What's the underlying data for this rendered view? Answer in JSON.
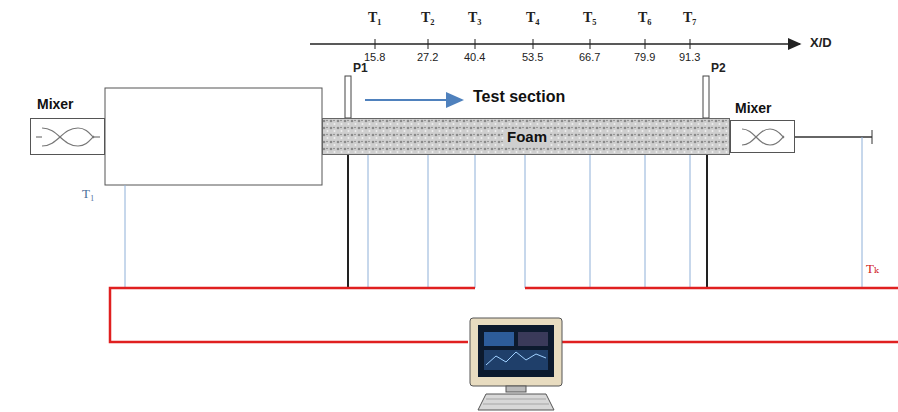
{
  "diagram": {
    "nodes": [
      {
        "text": [
          "Mixer"
        ]
      },
      {
        "text": [
          "Test section",
          "Foam"
        ]
      },
      {
        "text": [
          "Mixer"
        ]
      }
    ],
    "labels": [
      "T₁",
      "T₂",
      "T₃",
      "T₄",
      "T₅",
      "T₆",
      "T₇",
      "15.8",
      "27.2",
      "40.4",
      "53.5",
      "66.7",
      "79.9",
      "91.3",
      "X/D",
      "P1",
      "P2",
      "T₁",
      "Tₖ"
    ]
  }
}
